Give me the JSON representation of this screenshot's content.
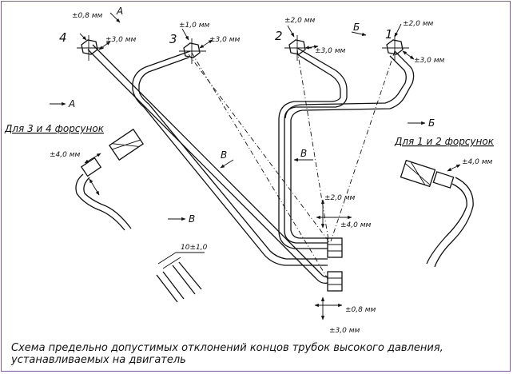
{
  "labels": {
    "n1": "1",
    "n2": "2",
    "n3": "3",
    "n4": "4",
    "view_a": "А",
    "view_b": "Б",
    "view_v": "В",
    "for_34": "Для 3 и 4 форсунок",
    "for_12": "Для 1 и 2 форсунок",
    "tol_08": "±0,8 мм",
    "tol_10": "±1,0 мм",
    "tol_20": "±2,0 мм",
    "tol_30": "±3,0 мм",
    "tol_40": "±4,0 мм",
    "dim_10": "10±1,0"
  },
  "caption": {
    "line1": "Схема предельно допустимых отклонений концов трубок высокого давления,",
    "line2": "устанавливаемых на двигатель"
  }
}
